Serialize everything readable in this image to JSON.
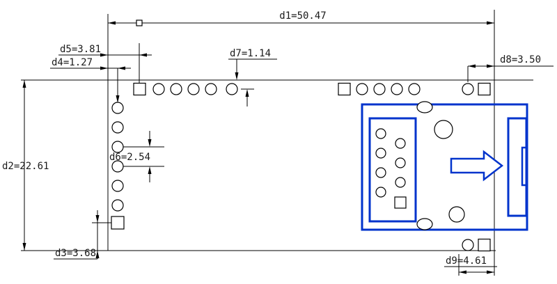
{
  "labels": {
    "d1": "d1=50.47",
    "d2": "d2=22.61",
    "d3": "d3=3.68",
    "d4": "d4=1.27",
    "d5": "d5=3.81",
    "d6": "d6=2.54",
    "d7": "d7=1.14",
    "d8": "d8=3.50",
    "d9": "d9=4.61"
  },
  "colors": {
    "line": "#000000",
    "text": "#1a1a1a",
    "connector_blue": "#0033cc",
    "background": "#ffffff"
  }
}
